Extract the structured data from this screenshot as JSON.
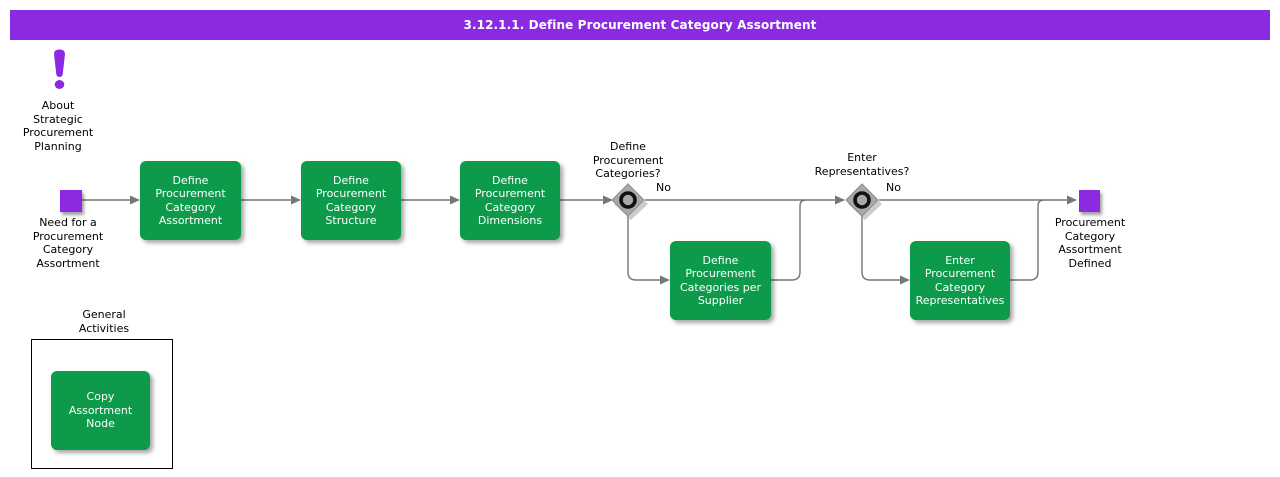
{
  "header": {
    "title": "3.12.1.1. Define Procurement Category Assortment"
  },
  "colors": {
    "accent_purple": "#8A2BE2",
    "task_green": "#0D9B4B",
    "connector_gray": "#767676",
    "gateway_gray": "#A8A8A8"
  },
  "about": {
    "label": "About\nStrategic\nProcurement\nPlanning"
  },
  "events": {
    "start": {
      "label": "Need for a\nProcurement\nCategory\nAssortment"
    },
    "end": {
      "label": "Procurement\nCategory\nAssortment\nDefined"
    }
  },
  "tasks": {
    "define_assortment": {
      "label": "Define\nProcurement\nCategory\nAssortment"
    },
    "define_structure": {
      "label": "Define\nProcurement\nCategory\nStructure"
    },
    "define_dimensions": {
      "label": "Define\nProcurement\nCategory\nDimensions"
    },
    "categories_per_supplier": {
      "label": "Define\nProcurement\nCategories per\nSupplier"
    },
    "enter_representatives": {
      "label": "Enter\nProcurement\nCategory\nRepresentatives"
    },
    "copy_assortment_node": {
      "label": "Copy\nAssortment\nNode"
    }
  },
  "gateways": {
    "define_categories": {
      "question": "Define\nProcurement\nCategories?",
      "no_label": "No"
    },
    "enter_representatives": {
      "question": "Enter\nRepresentatives?",
      "no_label": "No"
    }
  },
  "general_activities": {
    "label": "General\nActivities"
  }
}
